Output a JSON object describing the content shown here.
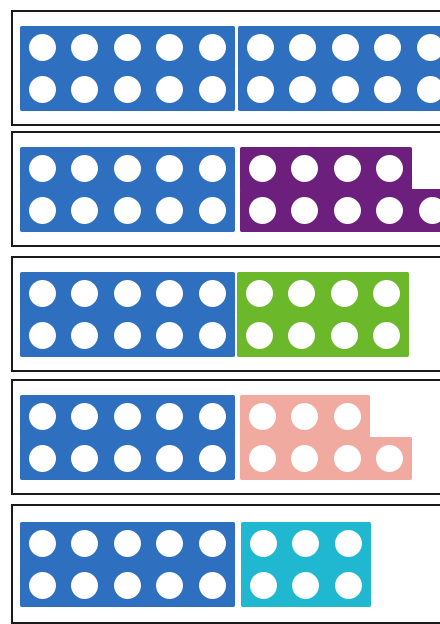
{
  "colors": {
    "ten": "#2f6fc0",
    "nine": "#6d1f7e",
    "eight": "#6bb82a",
    "seven": "#f0aaa0",
    "six": "#1fb8d0",
    "border": "#1a1a1a"
  },
  "rows": [
    {
      "pieces": [
        {
          "value": 10,
          "color": "ten"
        },
        {
          "value": 10,
          "color": "ten"
        }
      ]
    },
    {
      "pieces": [
        {
          "value": 10,
          "color": "ten"
        },
        {
          "value": 9,
          "color": "nine"
        }
      ]
    },
    {
      "pieces": [
        {
          "value": 10,
          "color": "ten"
        },
        {
          "value": 8,
          "color": "eight"
        }
      ]
    },
    {
      "pieces": [
        {
          "value": 10,
          "color": "ten"
        },
        {
          "value": 7,
          "color": "seven"
        }
      ]
    },
    {
      "pieces": [
        {
          "value": 10,
          "color": "ten"
        },
        {
          "value": 6,
          "color": "six"
        }
      ]
    }
  ]
}
